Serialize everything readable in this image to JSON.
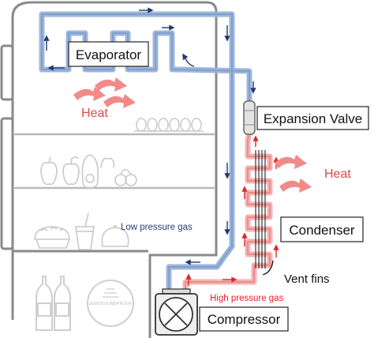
{
  "labels": {
    "evaporator": "Evaporator",
    "expansion_valve": "Expansion Valve",
    "condenser": "Condenser",
    "compressor": "Compressor",
    "heat_left": "Heat",
    "heat_right": "Heat",
    "low_pressure_gas": "Low pressure gas",
    "high_pressure_gas": "High pressure gas",
    "vent_fins": "Vent fins",
    "brand_logo": "ZEROSOUNDPROOF"
  },
  "colors": {
    "fridge_outline": "#8a8a8a",
    "shelf": "#b9b9b9",
    "food_outline": "#c9c9c9",
    "cold_pipe": "#9fb6d9",
    "cold_pipe_core": "#88a5d3",
    "hot_pipe": "#f2a8a8",
    "hot_pipe_core": "#ef8e8e",
    "flow_arrow_blue": "#1f3a70",
    "flow_arrow_red": "#e0242b",
    "heat_arrow": "#f28a8a",
    "heat_text": "#e04848",
    "text_dark": "#111111"
  },
  "icons": [
    "fridge-body",
    "eggs-icon",
    "fruits-icon",
    "cake-icon",
    "drink-cup-icon",
    "bun-icon",
    "bottles-icon",
    "compressor-icon",
    "vent-fins-icon",
    "heat-wave-arrow-icon"
  ]
}
